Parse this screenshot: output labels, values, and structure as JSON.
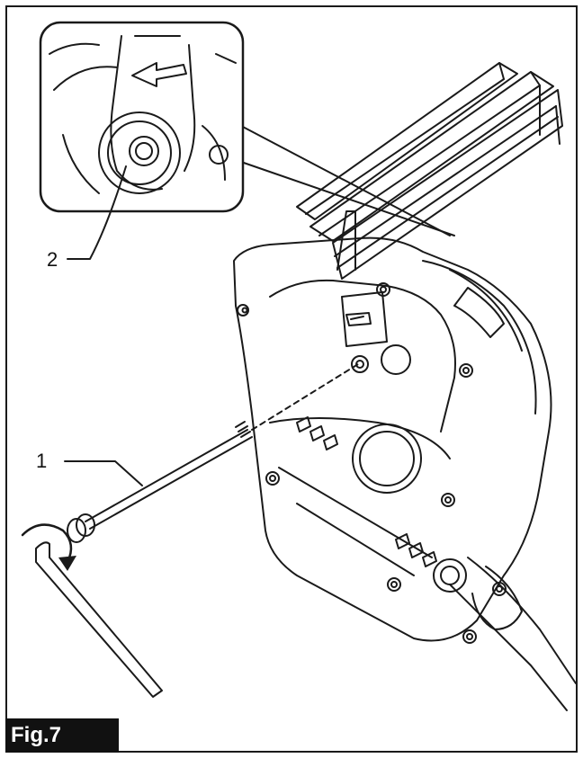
{
  "figure": {
    "tag": "Fig.7",
    "callouts": [
      {
        "id": "1",
        "text": "1"
      },
      {
        "id": "2",
        "text": "2"
      }
    ]
  },
  "colors": {
    "line": "#1a1a1a",
    "tag_bg": "#111111",
    "tag_text": "#ffffff"
  },
  "icons": [
    "arrow-left-icon",
    "rotation-arrow-icon",
    "hex-key-icon",
    "bolt-icon"
  ]
}
